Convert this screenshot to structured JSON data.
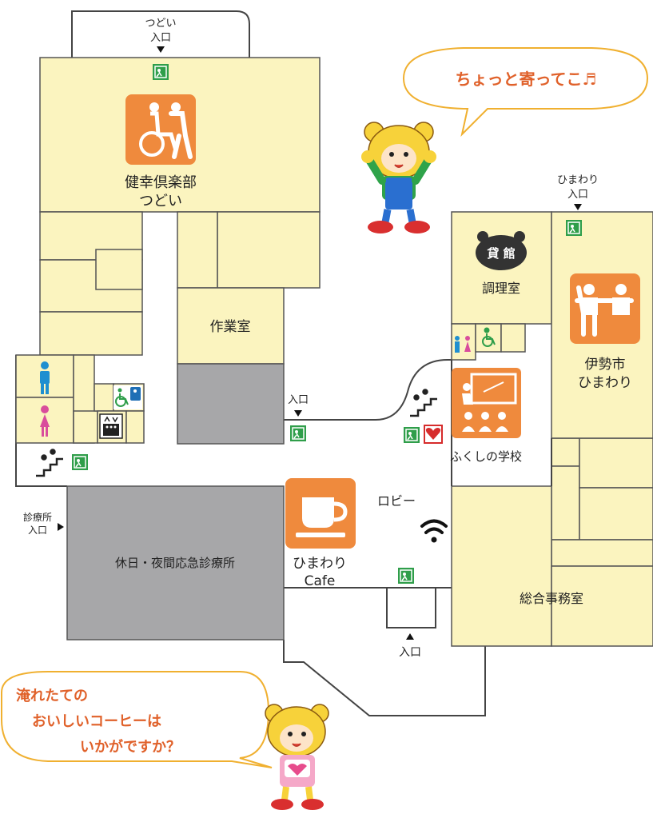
{
  "entrances": {
    "tsudoi": [
      "つどい",
      "入口"
    ],
    "himawari": [
      "ひまわり",
      "入口"
    ],
    "clinic": [
      "診療所",
      "入口"
    ],
    "center": "入口",
    "main": "入口"
  },
  "rooms": {
    "kenko": [
      "健幸倶楽部",
      "つどい"
    ],
    "sagyo": "作業室",
    "chori": "調理室",
    "kashikan": "貸 館",
    "ise": [
      "伊勢市",
      "ひまわり"
    ],
    "fukushi": "ふくしの学校",
    "lobby": "ロビー",
    "cafe": [
      "ひまわり",
      "Cafe"
    ],
    "clinic": "休日・夜間応急診療所",
    "office": "総合事務室"
  },
  "speech": {
    "top": "ちょっと寄ってこ♬",
    "bottom": [
      "淹れたての",
      "おいしいコーヒーは",
      "いかがですか？"
    ]
  },
  "icons": [
    "wheelchair-helper-icon",
    "people-icon",
    "classroom-icon",
    "coffee-cup-icon",
    "emergency-exit-icon",
    "stairs-icon",
    "elevator-icon",
    "accessible-toilet-icon",
    "restroom-icon",
    "aed-icon",
    "wifi-icon",
    "bear-mascot"
  ],
  "colors": {
    "room": "#fbf4bf",
    "room_border": "#555555",
    "gray_room": "#a7a7a9",
    "orange": "#ef8a3d",
    "exit_green": "#2f9e4a",
    "bubble_text": "#e0612a"
  }
}
